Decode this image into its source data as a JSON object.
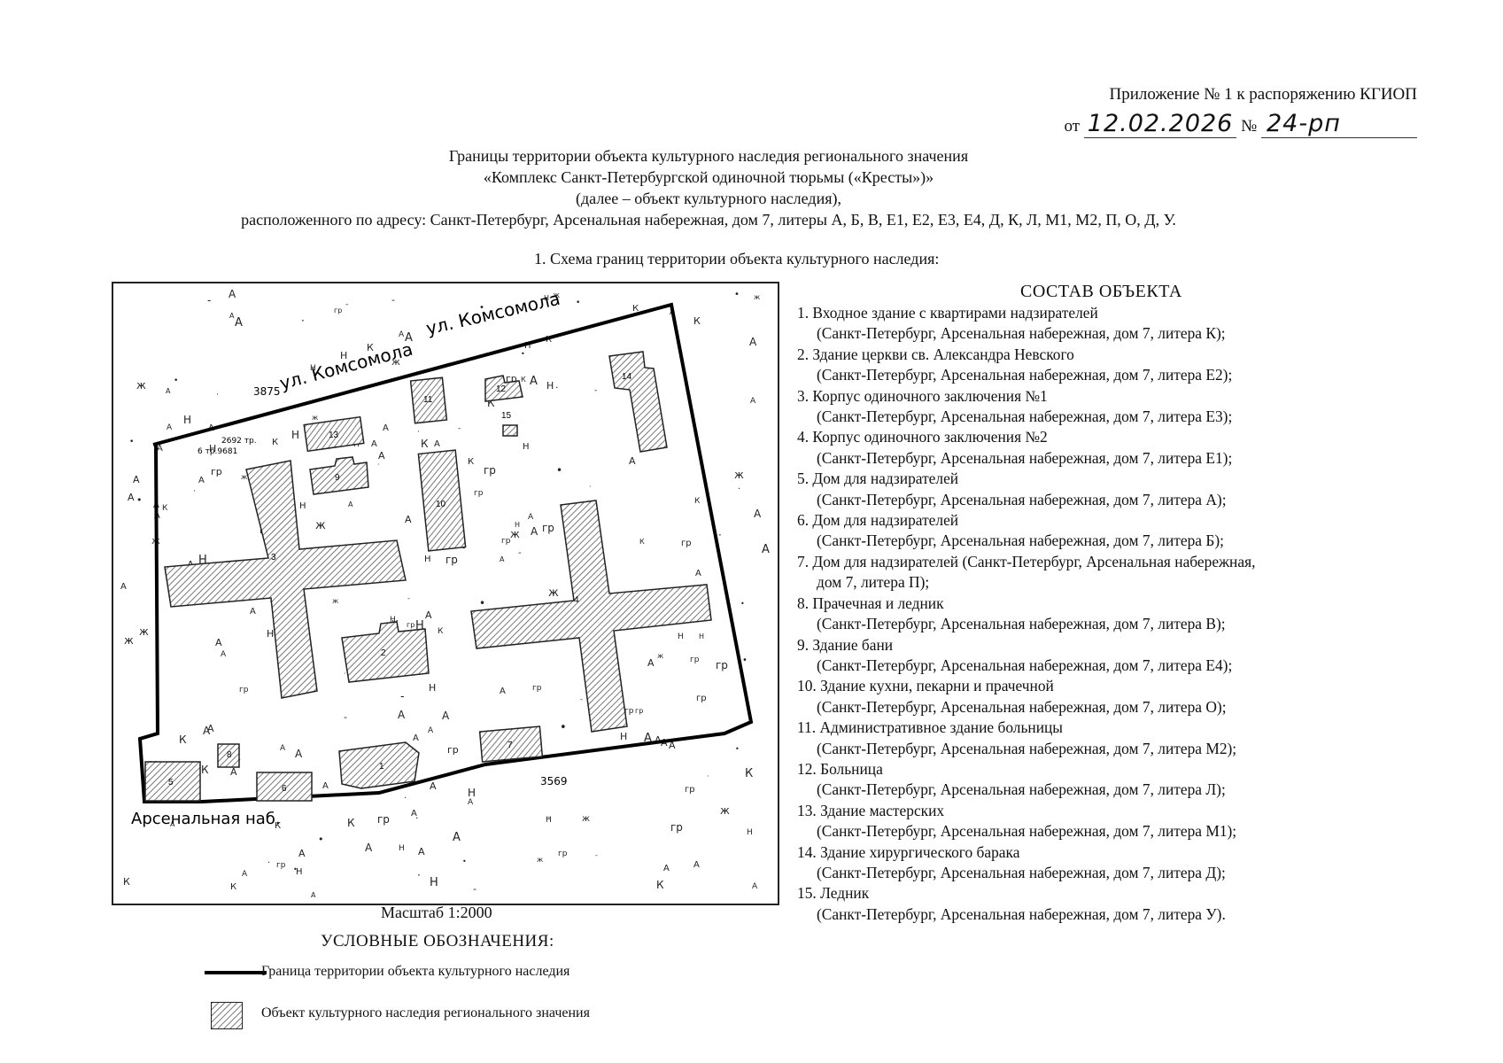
{
  "header": {
    "appendix": "Приложение № 1 к распоряжению КГИОП",
    "date_prefix": "от",
    "date": "12.02.2026",
    "number_prefix": "№",
    "number": "24-рп"
  },
  "title": {
    "line1": "Границы территории объекта культурного наследия регионального значения",
    "line2": "«Комплекс Санкт-Петербургской одиночной тюрьмы («Кресты»)»",
    "line3": "(далее – объект культурного наследия),",
    "line4": "расположенного по адресу: Санкт-Петербург, Арсенальная набережная, дом 7, литеры А, Б, В, Е1, Е2, Е3, Е4, Д, К, Л, М1, М2, П, О, Д, У."
  },
  "section_caption": "1.    Схема границ территории объекта культурного наследия:",
  "map": {
    "street_top": "ул. Комсомола",
    "street_top2": "ул. Комсомола",
    "embankment": "Арсенальная наб.",
    "num_3875": "3875",
    "num_3569": "3569",
    "num_2692": "2692 тр.",
    "num_9681": "6 тр.9681",
    "building_numbers": [
      "1",
      "2",
      "3",
      "4",
      "5",
      "6",
      "7",
      "8",
      "9",
      "10",
      "11",
      "12",
      "13",
      "14",
      "15"
    ]
  },
  "scale": "Масштаб 1:2000",
  "legend": {
    "title": "УСЛОВНЫЕ ОБОЗНАЧЕНИЯ:",
    "boundary": "Граница территории объекта культурного наследия",
    "object": "Объект культурного наследия регионального значения"
  },
  "composition": {
    "title": "СОСТАВ ОБЪЕКТА",
    "items": [
      {
        "name": "1. Входное здание с квартирами надзирателей",
        "address": "(Санкт-Петербург, Арсенальная набережная, дом 7, литера К);"
      },
      {
        "name": "2. Здание церкви св. Александра Невского",
        "address": "(Санкт-Петербург, Арсенальная набережная, дом 7, литера Е2);"
      },
      {
        "name": "3. Корпус одиночного заключения №1",
        "address": "(Санкт-Петербург, Арсенальная набережная, дом 7, литера Е3);"
      },
      {
        "name": "4. Корпус одиночного заключения №2",
        "address": "(Санкт-Петербург, Арсенальная набережная, дом 7, литера Е1);"
      },
      {
        "name": "5. Дом для надзирателей",
        "address": "(Санкт-Петербург, Арсенальная набережная, дом 7, литера А);"
      },
      {
        "name": "6. Дом для надзирателей",
        "address": "(Санкт-Петербург, Арсенальная набережная, дом 7, литера Б);"
      },
      {
        "name": "7. Дом для надзирателей (Санкт-Петербург, Арсенальная набережная,",
        "address": "дом 7, литера П);"
      },
      {
        "name": "8. Прачечная и ледник",
        "address": "(Санкт-Петербург, Арсенальная набережная, дом 7, литера В);"
      },
      {
        "name": "9. Здание бани",
        "address": "(Санкт-Петербург, Арсенальная набережная, дом 7, литера Е4);"
      },
      {
        "name": "10. Здание кухни, пекарни и прачечной",
        "address": "(Санкт-Петербург, Арсенальная набережная, дом 7, литера О);"
      },
      {
        "name": "11. Административное здание больницы",
        "address": "(Санкт-Петербург, Арсенальная набережная, дом 7, литера М2);"
      },
      {
        "name": "12. Больница",
        "address": "(Санкт-Петербург, Арсенальная набережная, дом 7, литера Л);"
      },
      {
        "name": "13. Здание мастерских",
        "address": "(Санкт-Петербург, Арсенальная набережная, дом 7, литера М1);"
      },
      {
        "name": "14. Здание хирургического барака",
        "address": "(Санкт-Петербург, Арсенальная набережная, дом 7, литера Д);"
      },
      {
        "name": "15. Ледник",
        "address": "(Санкт-Петербург, Арсенальная набережная, дом 7, литера У)."
      }
    ]
  }
}
